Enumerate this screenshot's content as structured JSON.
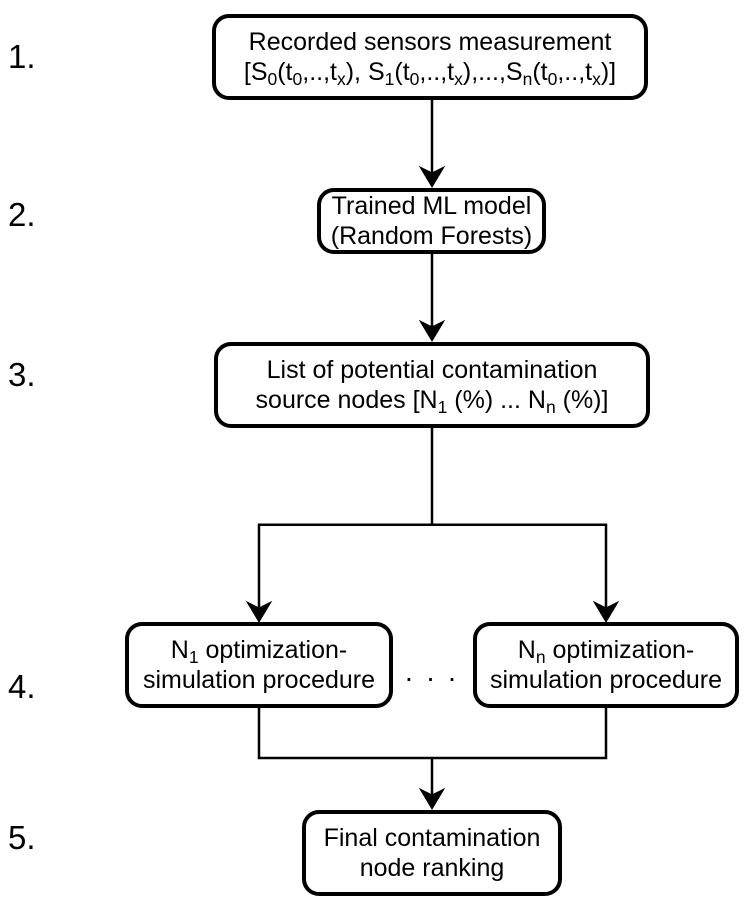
{
  "step_numbers": [
    "1.",
    "2.",
    "3.",
    "4.",
    "5."
  ],
  "nodes": {
    "step1": {
      "lines": [
        [
          {
            "t": "Recorded sensors measurement"
          }
        ],
        [
          {
            "t": "[S"
          },
          {
            "s": "0"
          },
          {
            "t": "(t"
          },
          {
            "s": "0"
          },
          {
            "t": ",..,t"
          },
          {
            "s": "x"
          },
          {
            "t": "), S"
          },
          {
            "s": "1"
          },
          {
            "t": "(t"
          },
          {
            "s": "0"
          },
          {
            "t": ",..,t"
          },
          {
            "s": "x"
          },
          {
            "t": "),...,S"
          },
          {
            "s": "n"
          },
          {
            "t": "(t"
          },
          {
            "s": "0"
          },
          {
            "t": ",..,t"
          },
          {
            "s": "x"
          },
          {
            "t": ")]"
          }
        ]
      ]
    },
    "step2": {
      "lines": [
        [
          {
            "t": "Trained ML model"
          }
        ],
        [
          {
            "t": "(Random Forests)"
          }
        ]
      ]
    },
    "step3": {
      "lines": [
        [
          {
            "t": "List of potential contamination"
          }
        ],
        [
          {
            "t": "source nodes [N"
          },
          {
            "s": "1"
          },
          {
            "t": " (%) ... N"
          },
          {
            "s": "n"
          },
          {
            "t": " (%)]"
          }
        ]
      ]
    },
    "step4_left": {
      "lines": [
        [
          {
            "t": "N"
          },
          {
            "s": "1"
          },
          {
            "t": " optimization-"
          }
        ],
        [
          {
            "t": "simulation procedure"
          }
        ]
      ]
    },
    "step4_right": {
      "lines": [
        [
          {
            "t": "N"
          },
          {
            "s": "n"
          },
          {
            "t": " optimization-"
          }
        ],
        [
          {
            "t": "simulation procedure"
          }
        ]
      ]
    },
    "step5": {
      "lines": [
        [
          {
            "t": "Final contamination"
          }
        ],
        [
          {
            "t": "node ranking"
          }
        ]
      ]
    }
  },
  "ellipsis": ". . .",
  "colors": {
    "ink": "#000000",
    "background": "#ffffff"
  }
}
